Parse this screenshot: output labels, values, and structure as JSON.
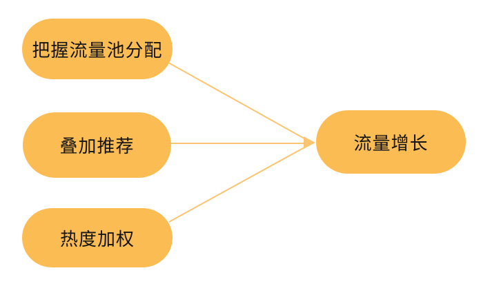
{
  "diagram": {
    "colors": {
      "node_fill": "#FCBC54",
      "connector": "#FBC470",
      "text": "#141414",
      "background": "#ffffff"
    },
    "nodes": [
      {
        "id": "grasp-traffic-pool",
        "label": "把握流量池分配"
      },
      {
        "id": "stacked-recommendation",
        "label": "叠加推荐"
      },
      {
        "id": "heat-weighting",
        "label": "热度加权"
      },
      {
        "id": "traffic-growth",
        "label": "流量增长"
      }
    ],
    "edges": [
      {
        "from": "把握流量池分配",
        "to": "流量增长"
      },
      {
        "from": "叠加推荐",
        "to": "流量增长"
      },
      {
        "from": "热度加权",
        "to": "流量增长"
      }
    ]
  }
}
